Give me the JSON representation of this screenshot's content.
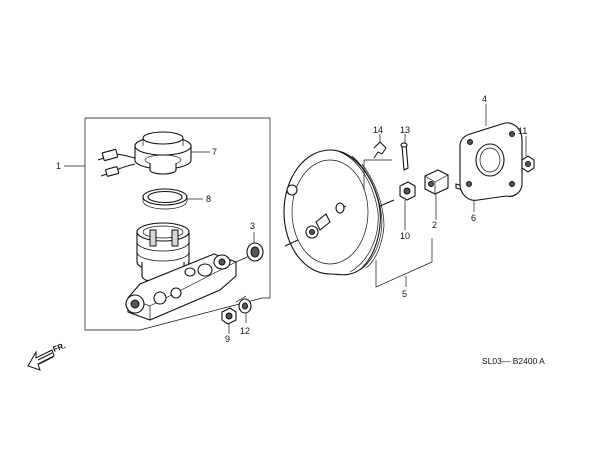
{
  "callouts": {
    "c1": "1",
    "c2": "2",
    "c3": "3",
    "c4": "4",
    "c5": "5",
    "c6": "6",
    "c7": "7",
    "c8": "8",
    "c9": "9",
    "c10": "10",
    "c11": "11",
    "c12": "12",
    "c13": "13",
    "c14": "14"
  },
  "direction_label": "FR.",
  "diagram_code": "SL03— B2400 A"
}
